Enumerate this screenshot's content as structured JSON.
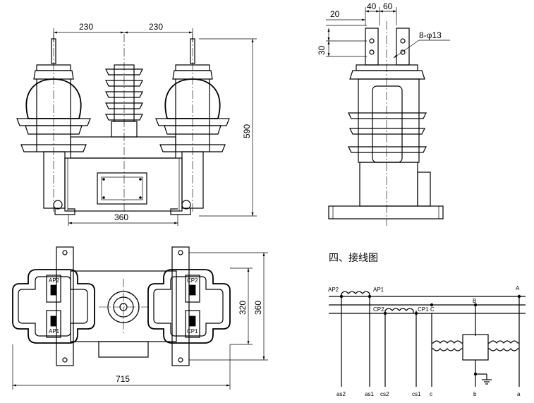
{
  "front_view": {
    "dim_top_left": "230",
    "dim_top_right": "230",
    "dim_base": "360",
    "dim_height": "590"
  },
  "side_view": {
    "dim_20": "20",
    "dim_40": "40",
    "dim_60": "60",
    "dim_30": "30",
    "hole_callout": "8-φ13"
  },
  "top_view": {
    "dim_width": "715",
    "dim_320": "320",
    "dim_360": "360",
    "terminal_labels": [
      "AP2",
      "AP1",
      "CP2",
      "CP1"
    ]
  },
  "wiring": {
    "heading": "四、接线图",
    "labels_top": {
      "AP2": "AP2",
      "AP1": "AP1",
      "CP2": "CP2",
      "CP1": "CP1",
      "C": "C",
      "B": "B",
      "A": "A"
    },
    "labels_bottom": [
      "as2",
      "as1",
      "cs2",
      "cs1",
      "c",
      "b",
      "a"
    ]
  }
}
